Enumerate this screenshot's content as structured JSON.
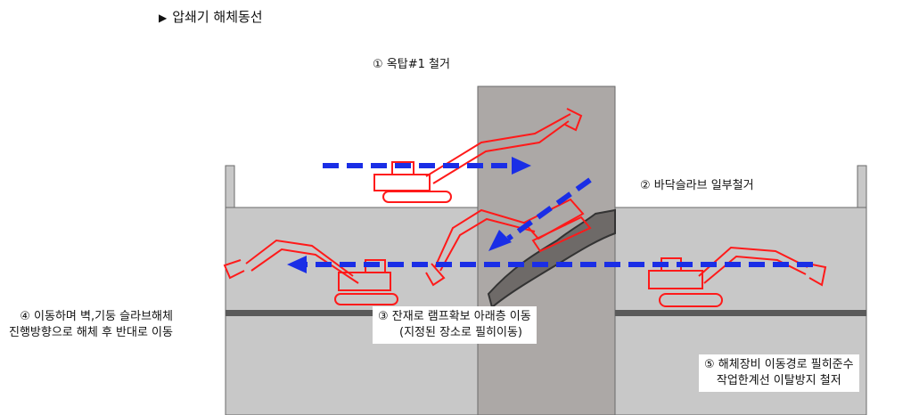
{
  "title": "압쇄기 해체동선",
  "title_marker": "▶",
  "colors": {
    "wall_fill": "#c8c8c8",
    "wall_stroke": "#6a6a6a",
    "core_fill": "#aca8a6",
    "slab": "#5a5a5a",
    "arrow": "#1a2ee6",
    "excavator": "#ff1a1a"
  },
  "steps": {
    "s1": {
      "text": "① 옥탑#1 철거"
    },
    "s2": {
      "text": "② 바닥슬라브 일부철거"
    },
    "s3": {
      "line1": "③ 잔재로 램프확보 아래층 이동",
      "line2": "(지정된 장소로 필히이동)"
    },
    "s4": {
      "line1": "④ 이동하며 벽,기둥 슬라브해체",
      "line2": "진행방향으로 해체 후 반대로 이동"
    },
    "s5": {
      "line1": "⑤ 해체장비 이동경로 필히준수",
      "line2": "작업한계선 이탈방지 철저"
    }
  }
}
